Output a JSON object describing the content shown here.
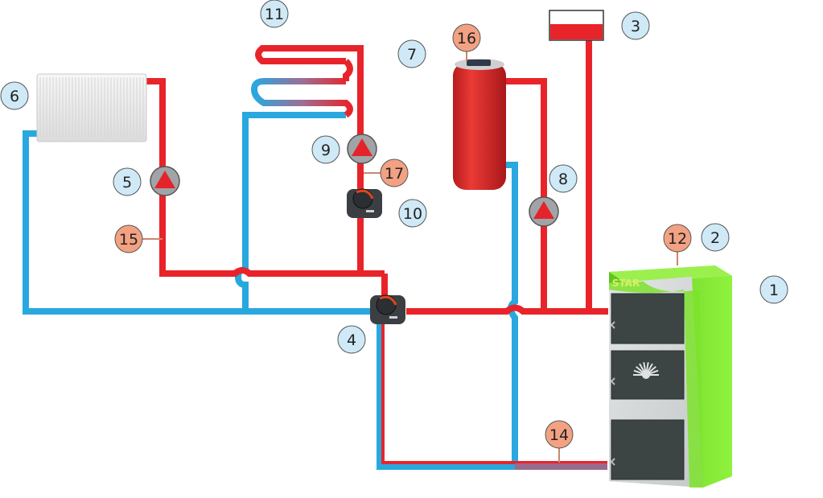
{
  "colors": {
    "hot": "#e8242a",
    "cold": "#29a8df",
    "sensor": "#f3a183",
    "label": "#cfe9f7",
    "boiler_green": "#7ce32c",
    "boiler_grey": "#d5d8d8",
    "door": "#3d4444",
    "tank": "#d6262a",
    "pump_red": "#e4242a",
    "pump_grey": "#a0a4a6",
    "radiator": "#ececec",
    "logo": "#d7f05e"
  },
  "labels": [
    {
      "id": "1",
      "text": "1",
      "kind": "component"
    },
    {
      "id": "2",
      "text": "2",
      "kind": "component"
    },
    {
      "id": "3",
      "text": "3",
      "kind": "component"
    },
    {
      "id": "4",
      "text": "4",
      "kind": "component"
    },
    {
      "id": "5",
      "text": "5",
      "kind": "component"
    },
    {
      "id": "6",
      "text": "6",
      "kind": "component"
    },
    {
      "id": "7",
      "text": "7",
      "kind": "component"
    },
    {
      "id": "8",
      "text": "8",
      "kind": "component"
    },
    {
      "id": "9",
      "text": "9",
      "kind": "component"
    },
    {
      "id": "10",
      "text": "10",
      "kind": "component"
    },
    {
      "id": "11",
      "text": "11",
      "kind": "component"
    },
    {
      "id": "12",
      "text": "12",
      "kind": "sensor"
    },
    {
      "id": "14",
      "text": "14",
      "kind": "sensor"
    },
    {
      "id": "15",
      "text": "15",
      "kind": "sensor"
    },
    {
      "id": "16",
      "text": "16",
      "kind": "sensor"
    },
    {
      "id": "17",
      "text": "17",
      "kind": "sensor"
    }
  ],
  "boiler": {
    "logo": "STAR"
  },
  "icons": {
    "pump": "circulation-pump-icon",
    "valve": "mixing-valve-icon",
    "radiator": "radiator-icon",
    "tank": "hot-water-tank-icon",
    "expansion": "expansion-tank-icon",
    "boiler": "solid-fuel-boiler-icon",
    "coil": "floor-heating-coil-icon"
  }
}
